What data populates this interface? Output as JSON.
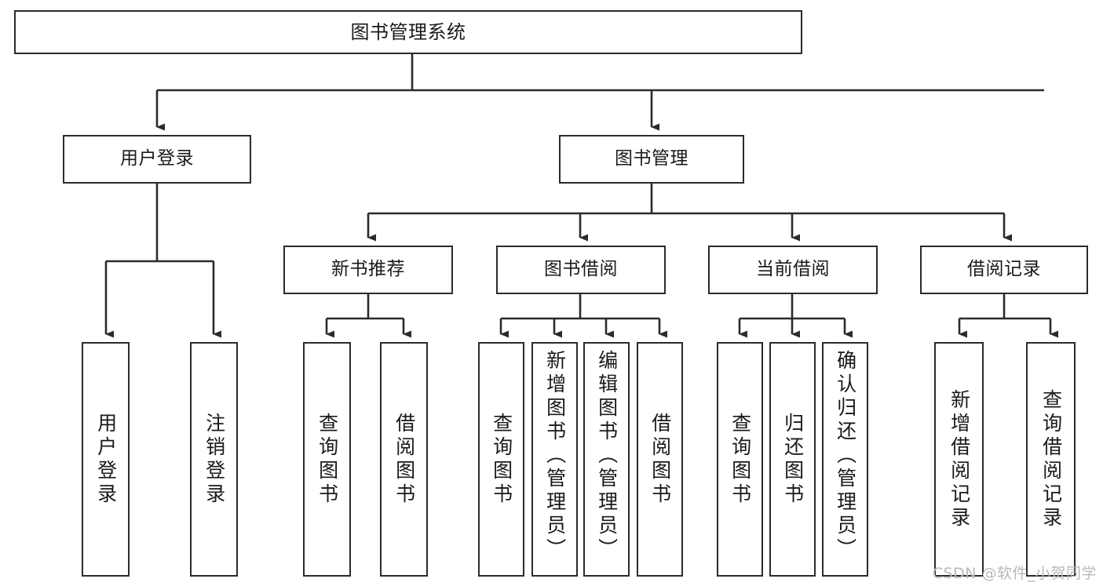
{
  "diagram": {
    "type": "tree",
    "title": "图书管理系统",
    "orientation": "top-down",
    "edge_color": "#2b2b2b",
    "box_border_color": "#2b2b2b",
    "box_fill_color": "#ffffff",
    "text_color": "#1a1a1a"
  },
  "nodes": {
    "root": {
      "label": "图书管理系统",
      "level": 1
    },
    "user_login": {
      "label": "用户登录",
      "level": 2
    },
    "book_manage": {
      "label": "图书管理",
      "level": 2
    },
    "new_book_rec": {
      "label": "新书推荐",
      "level": 3
    },
    "book_borrow": {
      "label": "图书借阅",
      "level": 3
    },
    "current_borrow": {
      "label": "当前借阅",
      "level": 3
    },
    "borrow_record": {
      "label": "借阅记录",
      "level": 3
    },
    "leaf_user_login": {
      "label": "用户登录",
      "level": 4
    },
    "leaf_user_logout": {
      "label": "注销登录",
      "level": 4
    },
    "leaf_rec_query": {
      "label": "查询图书",
      "level": 4
    },
    "leaf_rec_borrow": {
      "label": "借阅图书",
      "level": 4
    },
    "leaf_borrow_query": {
      "label": "查询图书",
      "level": 4
    },
    "leaf_borrow_add": {
      "label": "新增图书（管理员）",
      "level": 4
    },
    "leaf_borrow_edit": {
      "label": "编辑图书（管理员）",
      "level": 4
    },
    "leaf_borrow_lend": {
      "label": "借阅图书",
      "level": 4
    },
    "leaf_cur_query": {
      "label": "查询图书",
      "level": 4
    },
    "leaf_cur_return": {
      "label": "归还图书",
      "level": 4
    },
    "leaf_cur_confirm": {
      "label": "确认归还（管理员）",
      "level": 4
    },
    "leaf_rec_add": {
      "label": "新增借阅记录",
      "level": 4
    },
    "leaf_rec_search": {
      "label": "查询借阅记录",
      "level": 4
    }
  },
  "watermark": {
    "text": "CSDN @软件_小贺同学"
  }
}
